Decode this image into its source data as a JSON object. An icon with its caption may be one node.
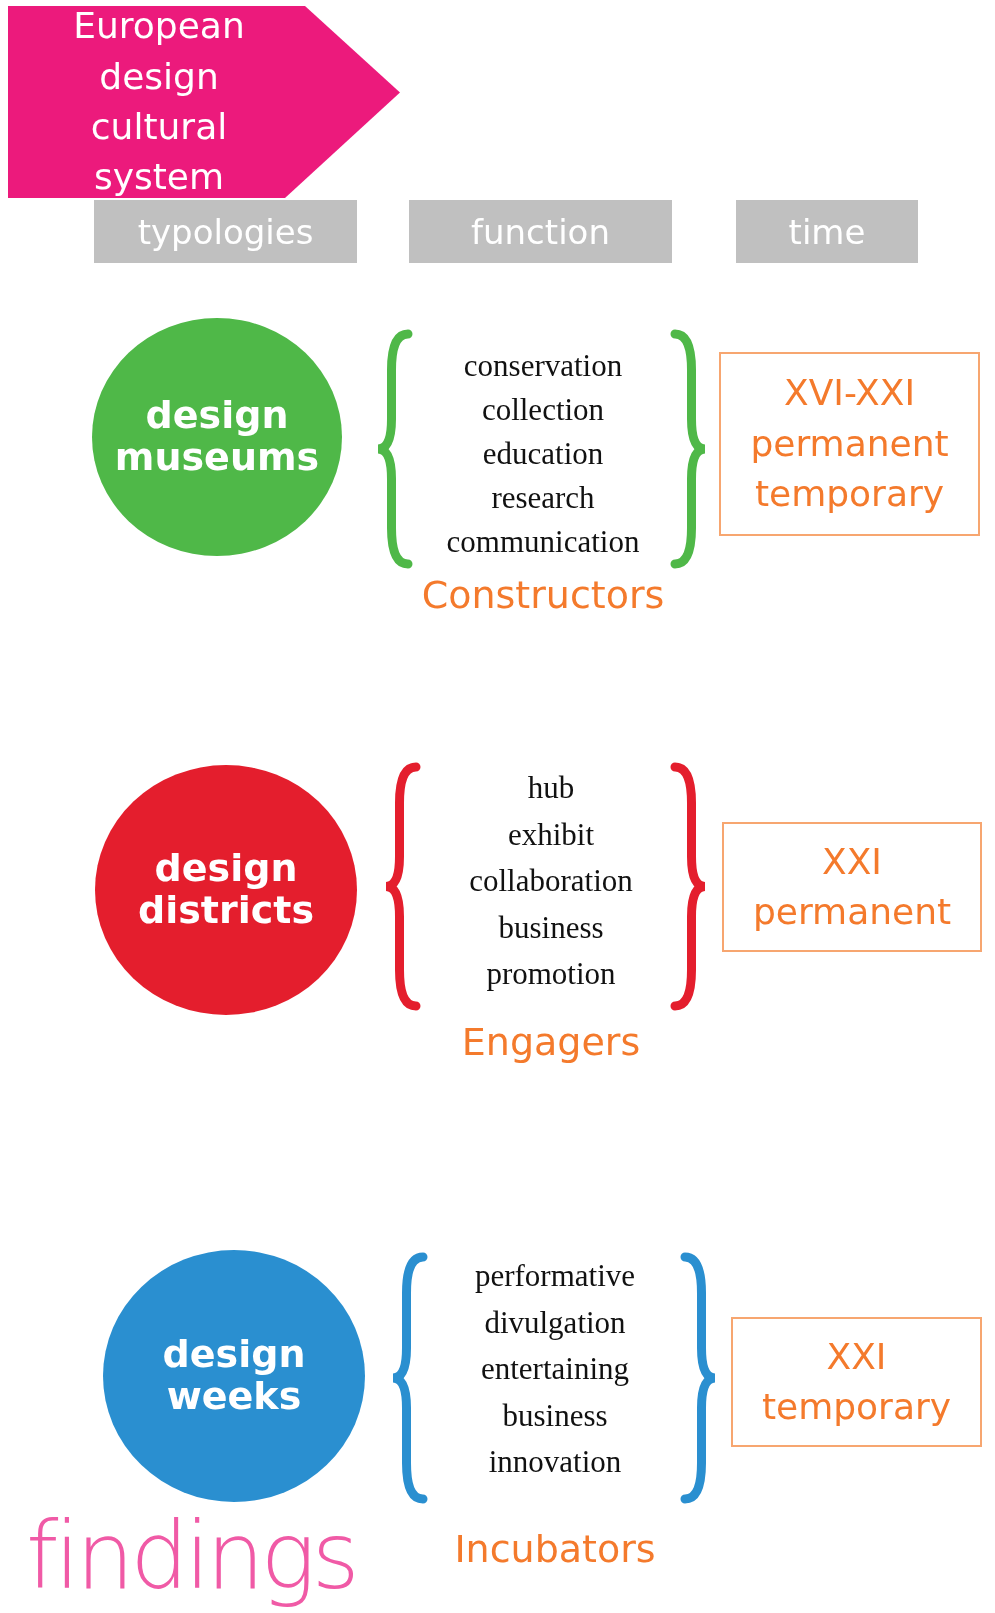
{
  "diagram": {
    "nodes": [
      {
        "text": [
          "European design cultural system"
        ]
      },
      {
        "text": [
          "typologies"
        ]
      },
      {
        "text": [
          "function"
        ]
      },
      {
        "text": [
          "time"
        ]
      },
      {
        "text": [
          "design museums"
        ]
      },
      {
        "text": [
          "XVI-XXI",
          "permanent",
          "temporary"
        ]
      },
      {
        "text": [
          "design districts"
        ]
      },
      {
        "text": [
          "XXI",
          "permanent"
        ]
      },
      {
        "text": [
          "design weeks"
        ]
      },
      {
        "text": [
          "XXI",
          "temporary"
        ]
      }
    ],
    "labels": [
      "conservation",
      "collection",
      "education",
      "research",
      "communication",
      "Constructors",
      "hub",
      "exhibit",
      "collaboration",
      "business",
      "promotion",
      "Engagers",
      "performative",
      "divulgation",
      "entertaining",
      "business",
      "innovation",
      "Incubators",
      "findings"
    ]
  }
}
